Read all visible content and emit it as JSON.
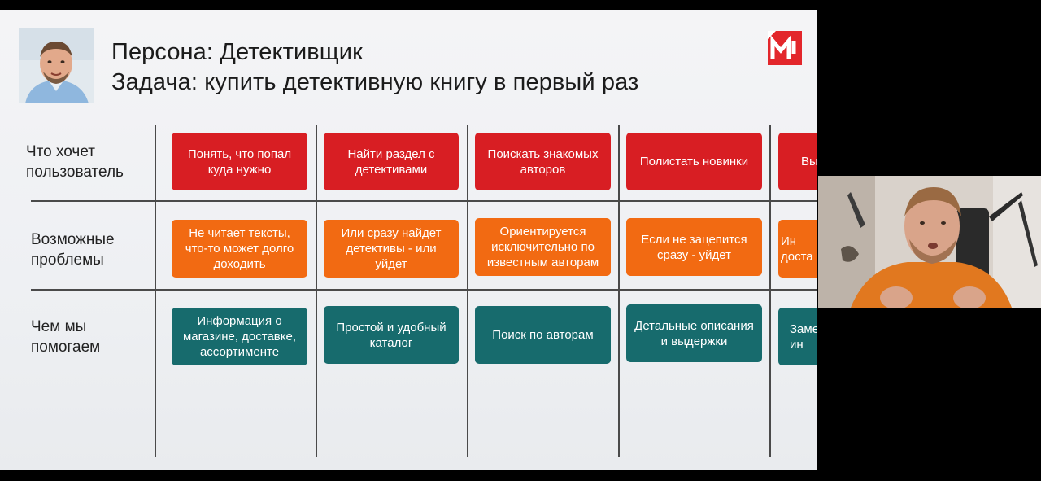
{
  "slide": {
    "title_line1": "Персона: Детективщик",
    "title_line2": "Задача: купить детективную книгу в первый раз"
  },
  "rows": [
    {
      "label_line1": "Что хочет",
      "label_line2": "пользователь"
    },
    {
      "label_line1": "Возможные",
      "label_line2": "проблемы"
    },
    {
      "label_line1": "Чем мы",
      "label_line2": "помогаем"
    }
  ],
  "cards": {
    "wants": [
      "Понять, что попал куда нужно",
      "Найти раздел с детективами",
      "Поискать знакомых авторов",
      "Полистать новинки",
      "Вы"
    ],
    "problems": [
      "Не читает тексты, что-то может долго доходить",
      "Или сразу найдет детективы - или уйдет",
      "Ориентируется исключительно по известным авторам",
      "Если не зацепится сразу - уйдет",
      "Ин доста"
    ],
    "help": [
      "Информация о магазине, доставке, ассортименте",
      "Простой и удобный каталог",
      "Поиск по авторам",
      "Детальные описания и выдержки",
      "Заме ин"
    ]
  },
  "colors": {
    "wants": "#d81e23",
    "problems": "#f26a12",
    "help": "#176b6d",
    "logo": "#e3262b"
  },
  "icons": {
    "logo": "magnit-logo-icon"
  }
}
